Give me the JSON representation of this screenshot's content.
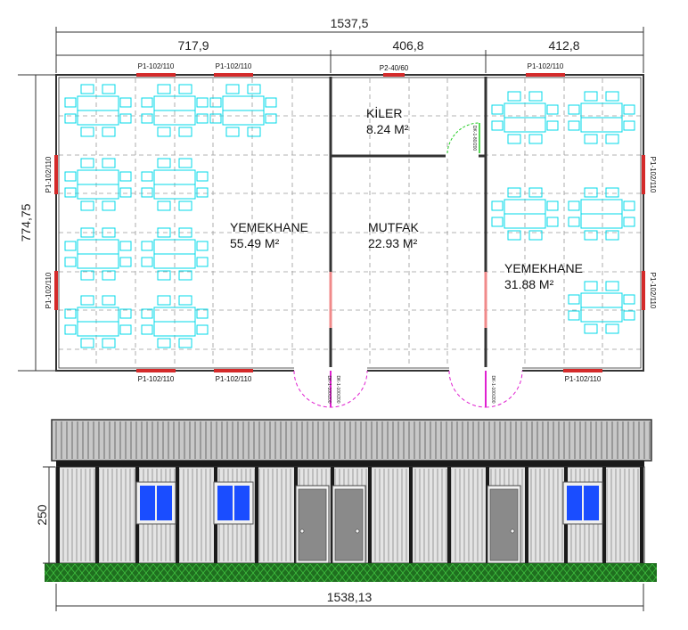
{
  "dimensions": {
    "total_width": "1537,5",
    "segment_widths": [
      "717,9",
      "406,8",
      "412,8"
    ],
    "depth": "774,75",
    "elevation_height": "250",
    "elevation_width": "1538,13"
  },
  "rooms": [
    {
      "name": "YEMEKHANE",
      "area": "55.49 M²"
    },
    {
      "name": "KİLER",
      "area": "8.24 M²"
    },
    {
      "name": "MUTFAK",
      "area": "22.93 M²"
    },
    {
      "name": "YEMEKHANE",
      "area": "31.88 M²"
    }
  ],
  "openings": {
    "window_large": "P1-102/110",
    "window_small": "P2-40/60",
    "door_exterior": "DK-1-100/200",
    "door_interior": "DK-1-80/200"
  },
  "colors": {
    "wall": "#333333",
    "furniture": "#00d8e8",
    "window_plan": "#d42a2a",
    "door_swing": "#e020d0",
    "grid": "#999999",
    "ground": "#1f6f1f",
    "window_glass": "#1a4dff",
    "door_panel": "#8a8a8a",
    "roof": "#c8c8c8"
  }
}
